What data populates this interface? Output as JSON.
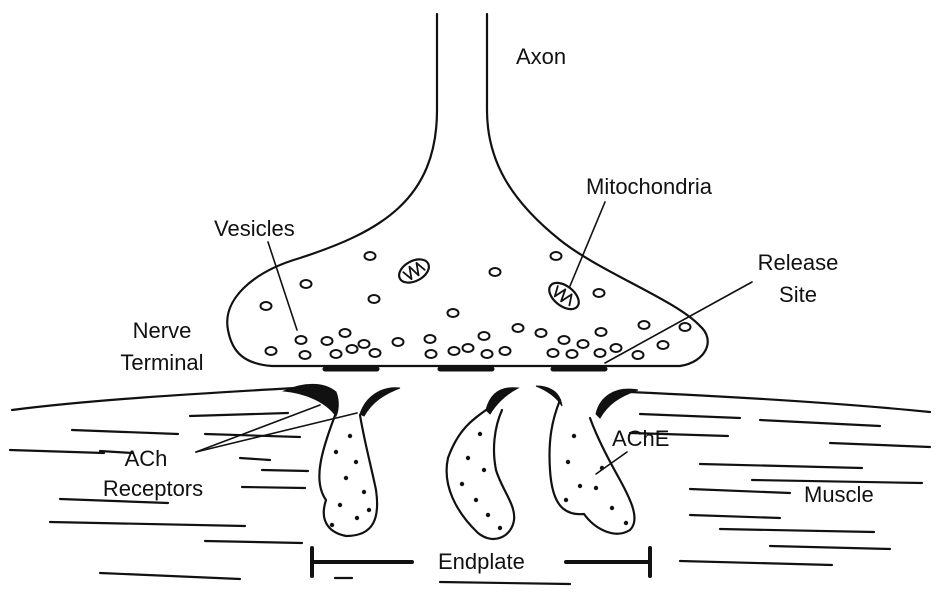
{
  "colors": {
    "ink": "#111111",
    "background": "#ffffff"
  },
  "labels": {
    "axon": "Axon",
    "mitochondria": "Mitochondria",
    "vesicles": "Vesicles",
    "release_line1": "Release",
    "release_line2": "Site",
    "nerve_line1": "Nerve",
    "nerve_line2": "Terminal",
    "ach_line1": "ACh",
    "ach_line2": "Receptors",
    "ache": "AChE",
    "muscle": "Muscle",
    "endplate": "Endplate"
  }
}
